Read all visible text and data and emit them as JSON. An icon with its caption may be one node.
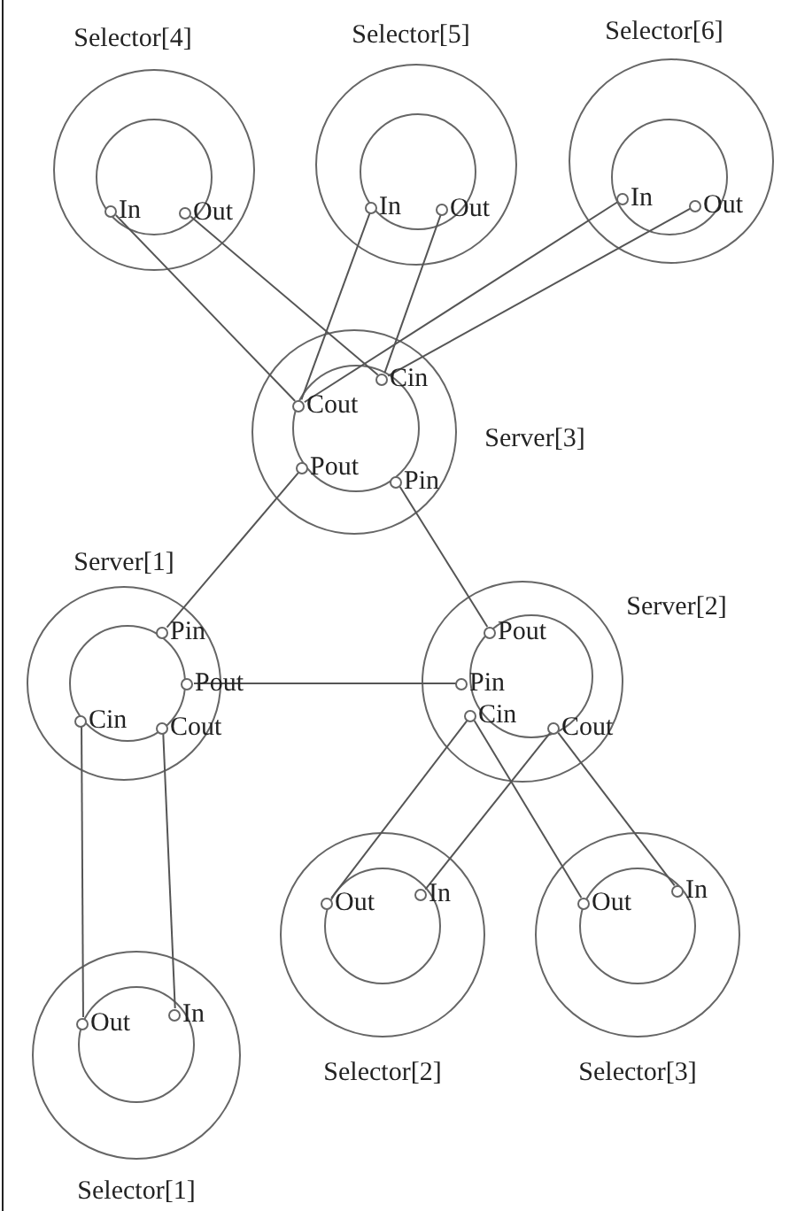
{
  "diagram": {
    "nodes": [
      {
        "text": [
          "Selector[4]"
        ]
      },
      {
        "text": [
          "In"
        ],
        "in": 0
      },
      {
        "text": [
          "Out"
        ],
        "in": 0
      },
      {
        "text": [
          "Selector[5]"
        ]
      },
      {
        "text": [
          "In"
        ],
        "in": 3
      },
      {
        "text": [
          "Out"
        ],
        "in": 3
      },
      {
        "text": [
          "Selector[6]"
        ]
      },
      {
        "text": [
          "In"
        ],
        "in": 6
      },
      {
        "text": [
          "Out"
        ],
        "in": 6
      },
      {
        "text": [
          "Server[3]"
        ]
      },
      {
        "text": [
          "Cin"
        ],
        "in": 9
      },
      {
        "text": [
          "Cout"
        ],
        "in": 9
      },
      {
        "text": [
          "Pout"
        ],
        "in": 9
      },
      {
        "text": [
          "Pin"
        ],
        "in": 9
      },
      {
        "text": [
          "Server[1]"
        ]
      },
      {
        "text": [
          "Pin"
        ],
        "in": 14
      },
      {
        "text": [
          "Pout"
        ],
        "in": 14
      },
      {
        "text": [
          "Cin"
        ],
        "in": 14
      },
      {
        "text": [
          "Cout"
        ],
        "in": 14
      },
      {
        "text": [
          "Server[2]"
        ]
      },
      {
        "text": [
          "Pout"
        ],
        "in": 19
      },
      {
        "text": [
          "Pin"
        ],
        "in": 19
      },
      {
        "text": [
          "Cin"
        ],
        "in": 19
      },
      {
        "text": [
          "Cout"
        ],
        "in": 19
      },
      {
        "text": [
          "Selector[2]"
        ]
      },
      {
        "text": [
          "Out"
        ],
        "in": 24
      },
      {
        "text": [
          "In"
        ],
        "in": 24
      },
      {
        "text": [
          "Selector[3]"
        ]
      },
      {
        "text": [
          "Out"
        ],
        "in": 27
      },
      {
        "text": [
          "In"
        ],
        "in": 27
      },
      {
        "text": [
          "Selector[1]"
        ]
      },
      {
        "text": [
          "Out"
        ],
        "in": 30
      },
      {
        "text": [
          "In"
        ],
        "in": 30
      }
    ],
    "edges": [
      {
        "from": 1,
        "to": 11,
        "arrow": "none"
      },
      {
        "from": 2,
        "to": 10,
        "arrow": "none"
      },
      {
        "from": 4,
        "to": 11,
        "arrow": "none"
      },
      {
        "from": 5,
        "to": 10,
        "arrow": "none"
      },
      {
        "from": 7,
        "to": 11,
        "arrow": "none"
      },
      {
        "from": 8,
        "to": 10,
        "arrow": "none"
      },
      {
        "from": 12,
        "to": 15,
        "arrow": "none"
      },
      {
        "from": 13,
        "to": 20,
        "arrow": "none"
      },
      {
        "from": 16,
        "to": 21,
        "arrow": "none"
      },
      {
        "from": 17,
        "to": 31,
        "arrow": "none"
      },
      {
        "from": 18,
        "to": 32,
        "arrow": "none"
      },
      {
        "from": 22,
        "to": 25,
        "arrow": "none"
      },
      {
        "from": 22,
        "to": 28,
        "arrow": "none"
      },
      {
        "from": 23,
        "to": 26,
        "arrow": "none"
      },
      {
        "from": 23,
        "to": 29,
        "arrow": "none"
      }
    ]
  }
}
